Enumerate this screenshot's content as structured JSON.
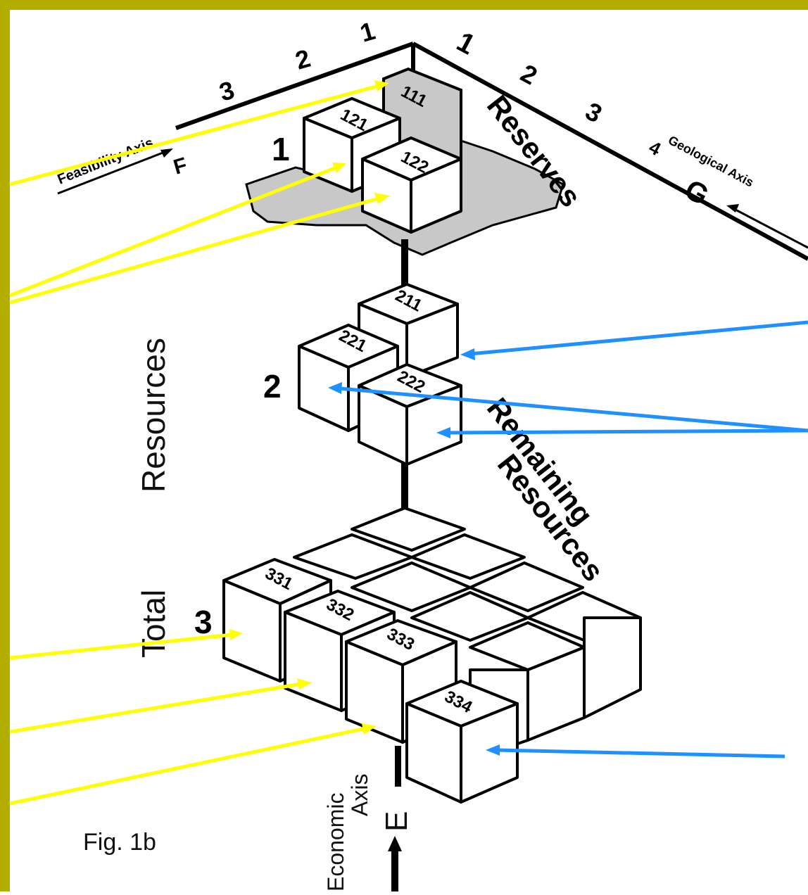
{
  "colors": {
    "frame": "#b3ad00",
    "callout_yellow": "#ffff00",
    "callout_blue": "#1e90ff",
    "shade": "#c8c8c8",
    "ink": "#000000"
  },
  "axes": {
    "feasibility": {
      "text": "Feasibility Axis",
      "symbol": "F",
      "ticks": [
        "1",
        "2",
        "3"
      ]
    },
    "geological": {
      "text": "Geological Axis",
      "symbol": "G",
      "ticks": [
        "1",
        "2",
        "3",
        "4"
      ]
    },
    "economic": {
      "line1": "Economic",
      "line2": "Axis",
      "symbol": "E"
    }
  },
  "labels": {
    "reserves": "Reserves",
    "remaining_1": "Remaining",
    "remaining_2": "Resources",
    "total_1": "Total",
    "total_2": "Resources",
    "level_1": "1",
    "level_2": "2",
    "level_3": "3",
    "figure": "Fig. 1b"
  },
  "cube_codes": {
    "reserves": [
      "111",
      "121",
      "122"
    ],
    "remaining": [
      "211",
      "221",
      "222"
    ],
    "total": [
      "331",
      "332",
      "333",
      "334"
    ]
  }
}
